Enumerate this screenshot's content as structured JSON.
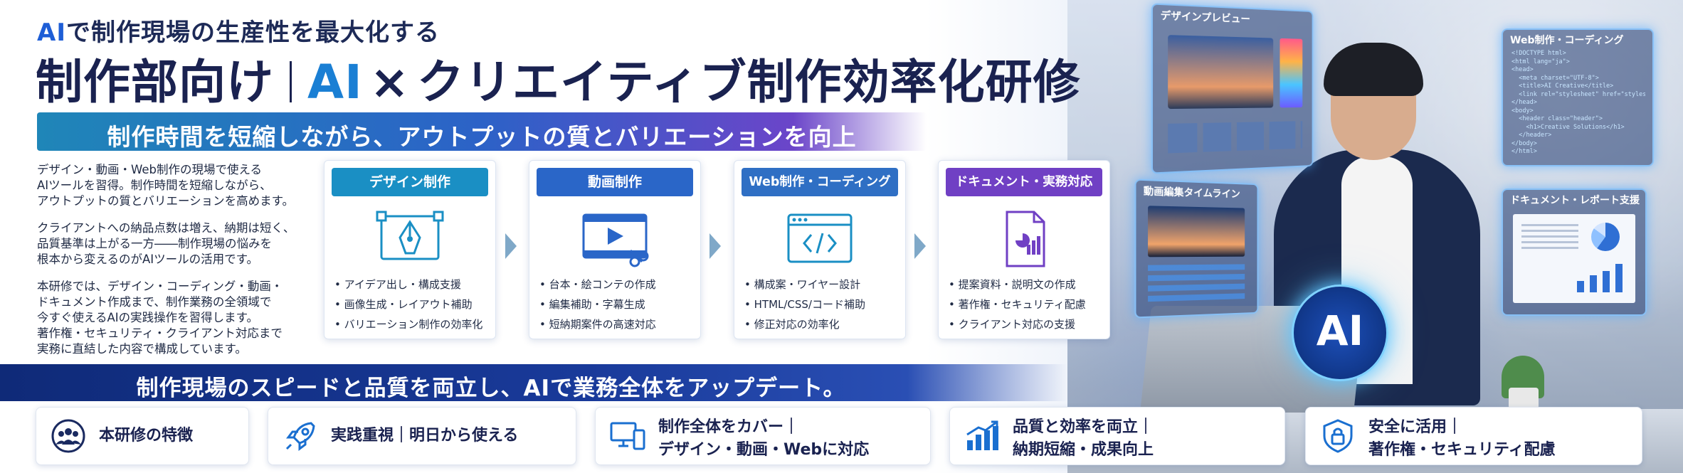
{
  "header": {
    "kicker_ai": "AI",
    "kicker_rest": "で制作現場の生産性を最大化する",
    "title_left": "制作部向け",
    "title_ai": "AI",
    "title_x": "×",
    "title_right": "クリエイティブ制作効率化研修",
    "banner": "制作時間を短縮しながら、アウトプットの質とバリエーションを向上"
  },
  "intro": {
    "p1": [
      "デザイン・動画・Web制作の現場で使える",
      "AIツールを習得。制作時間を短縮しながら、",
      "アウトプットの質とバリエーションを高めます。"
    ],
    "p2": [
      "クライアントへの納品点数は増え、納期は短く、",
      "品質基準は上がる一方――制作現場の悩みを",
      "根本から変えるのがAIツールの活用です。"
    ],
    "p3": [
      "本研修では、デザイン・コーディング・動画・",
      "ドキュメント作成まで、制作業務の全領域で",
      "今すぐ使えるAIの実践操作を習得します。",
      "著作権・セキュリティ・クライアント対応まで",
      "実務に直結した内容で構成しています。"
    ]
  },
  "cards": [
    {
      "title": "デザイン制作",
      "color": "#1a8fc4",
      "icon": "pen-tool-icon",
      "items": [
        "アイデア出し・構成支援",
        "画像生成・レイアウト補助",
        "バリエーション制作の効率化"
      ]
    },
    {
      "title": "動画制作",
      "color": "#2a66c8",
      "icon": "video-edit-icon",
      "items": [
        "台本・絵コンテの作成",
        "編集補助・字幕生成",
        "短納期案件の高速対応"
      ]
    },
    {
      "title": "Web制作・コーディング",
      "color": "#2f6fc4",
      "icon": "code-window-icon",
      "items": [
        "構成案・ワイヤー設計",
        "HTML/CSS/コード補助",
        "修正対応の効率化"
      ]
    },
    {
      "title": "ドキュメント・実務対応",
      "color": "#7040c4",
      "icon": "document-icon",
      "items": [
        "提案資料・説明文の作成",
        "著作権・セキュリティ配慮",
        "クライアント対応の支援"
      ]
    }
  ],
  "bottom_banner": "制作現場のスピードと品質を両立し、AIで業務全体をアップデート。",
  "features": [
    {
      "icon": "people-icon",
      "line1": "本研修の特徴",
      "line2": ""
    },
    {
      "icon": "rocket-icon",
      "line1": "実践重視｜明日から使える",
      "line2": ""
    },
    {
      "icon": "devices-icon",
      "line1": "制作全体をカバー｜",
      "line2": "デザイン・動画・Webに対応"
    },
    {
      "icon": "bar-chart-icon",
      "line1": "品質と効率を両立｜",
      "line2": "納期短縮・成果向上"
    },
    {
      "icon": "shield-lock-icon",
      "line1": "安全に活用｜",
      "line2": "著作権・セキュリティ配慮"
    }
  ],
  "screens": {
    "design_preview": "デザインプレビュー",
    "web_coding": "Web制作・コーディング",
    "video_timeline": "動画編集タイムライン",
    "doc_report": "ドキュメント・レポート支援",
    "ai_badge": "AI"
  },
  "code_lines": [
    "<!DOCTYPE html>",
    "<html lang=\"ja\">",
    "<head>",
    "  <meta charset=\"UTF-8\">",
    "  <title>AI Creative</title>",
    "  <link rel=\"stylesheet\" href=\"styles.css\">",
    "</head>",
    "<body>",
    "  <header class=\"header\">",
    "    <h1>Creative Solutions</h1>",
    "  </header>",
    "</body>",
    "</html>"
  ]
}
